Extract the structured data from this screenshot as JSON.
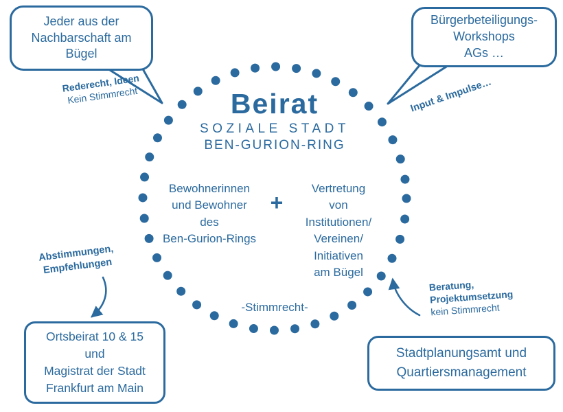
{
  "colors": {
    "accent": "#2b6a9e",
    "background": "#ffffff"
  },
  "center": {
    "title": "Beirat",
    "subtitle1": "SOZIALE STADT",
    "subtitle2": "BEN-GURION-RING",
    "left_group": "Bewohnerinnen\nund Bewohner\ndes\nBen-Gurion-Rings",
    "plus": "+",
    "right_group": "Vertretung\nvon\nInstitutionen/\nVereinen/\nInitiativen\nam Bügel",
    "footer": "-Stimmrecht-"
  },
  "bubbles": {
    "top_left": {
      "text": "Jeder aus der\nNachbarschaft am\nBügel"
    },
    "top_right": {
      "text": "Bürgerbeteiligungs-\nWorkshops\nAGs …"
    }
  },
  "boxes": {
    "bottom_left": {
      "text": "Ortsbeirat 10 & 15\nund\nMagistrat der Stadt\nFrankfurt am Main"
    },
    "bottom_right": {
      "text": "Stadtplanungsamt und\nQuartiersmanagement"
    }
  },
  "annotations": {
    "top_left": {
      "bold": "Rederecht, Ideen",
      "regular": "Kein Stimmrecht"
    },
    "top_right": {
      "bold": "Input & Impulse…"
    },
    "bottom_left": {
      "bold": "Abstimmungen,\nEmpfehlungen"
    },
    "bottom_right": {
      "bold": "Beratung,\nProjektumsetzung",
      "regular": "kein Stimmrecht"
    }
  }
}
